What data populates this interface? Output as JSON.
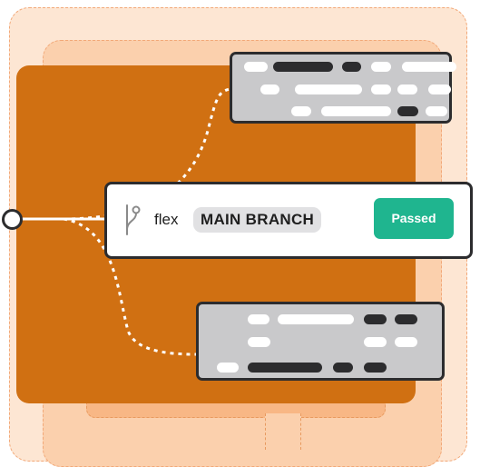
{
  "pipeline": {
    "repo_name": "flex",
    "branch_label": "MAIN BRANCH",
    "status_label": "Passed",
    "icons": {
      "branch": "git-branch-icon",
      "start": "start-node-icon"
    },
    "colors": {
      "panel": "#d07012",
      "passed": "#1fb58f",
      "placeholder_card": "#c9c9cb",
      "outline": "#2c2c2e"
    }
  }
}
